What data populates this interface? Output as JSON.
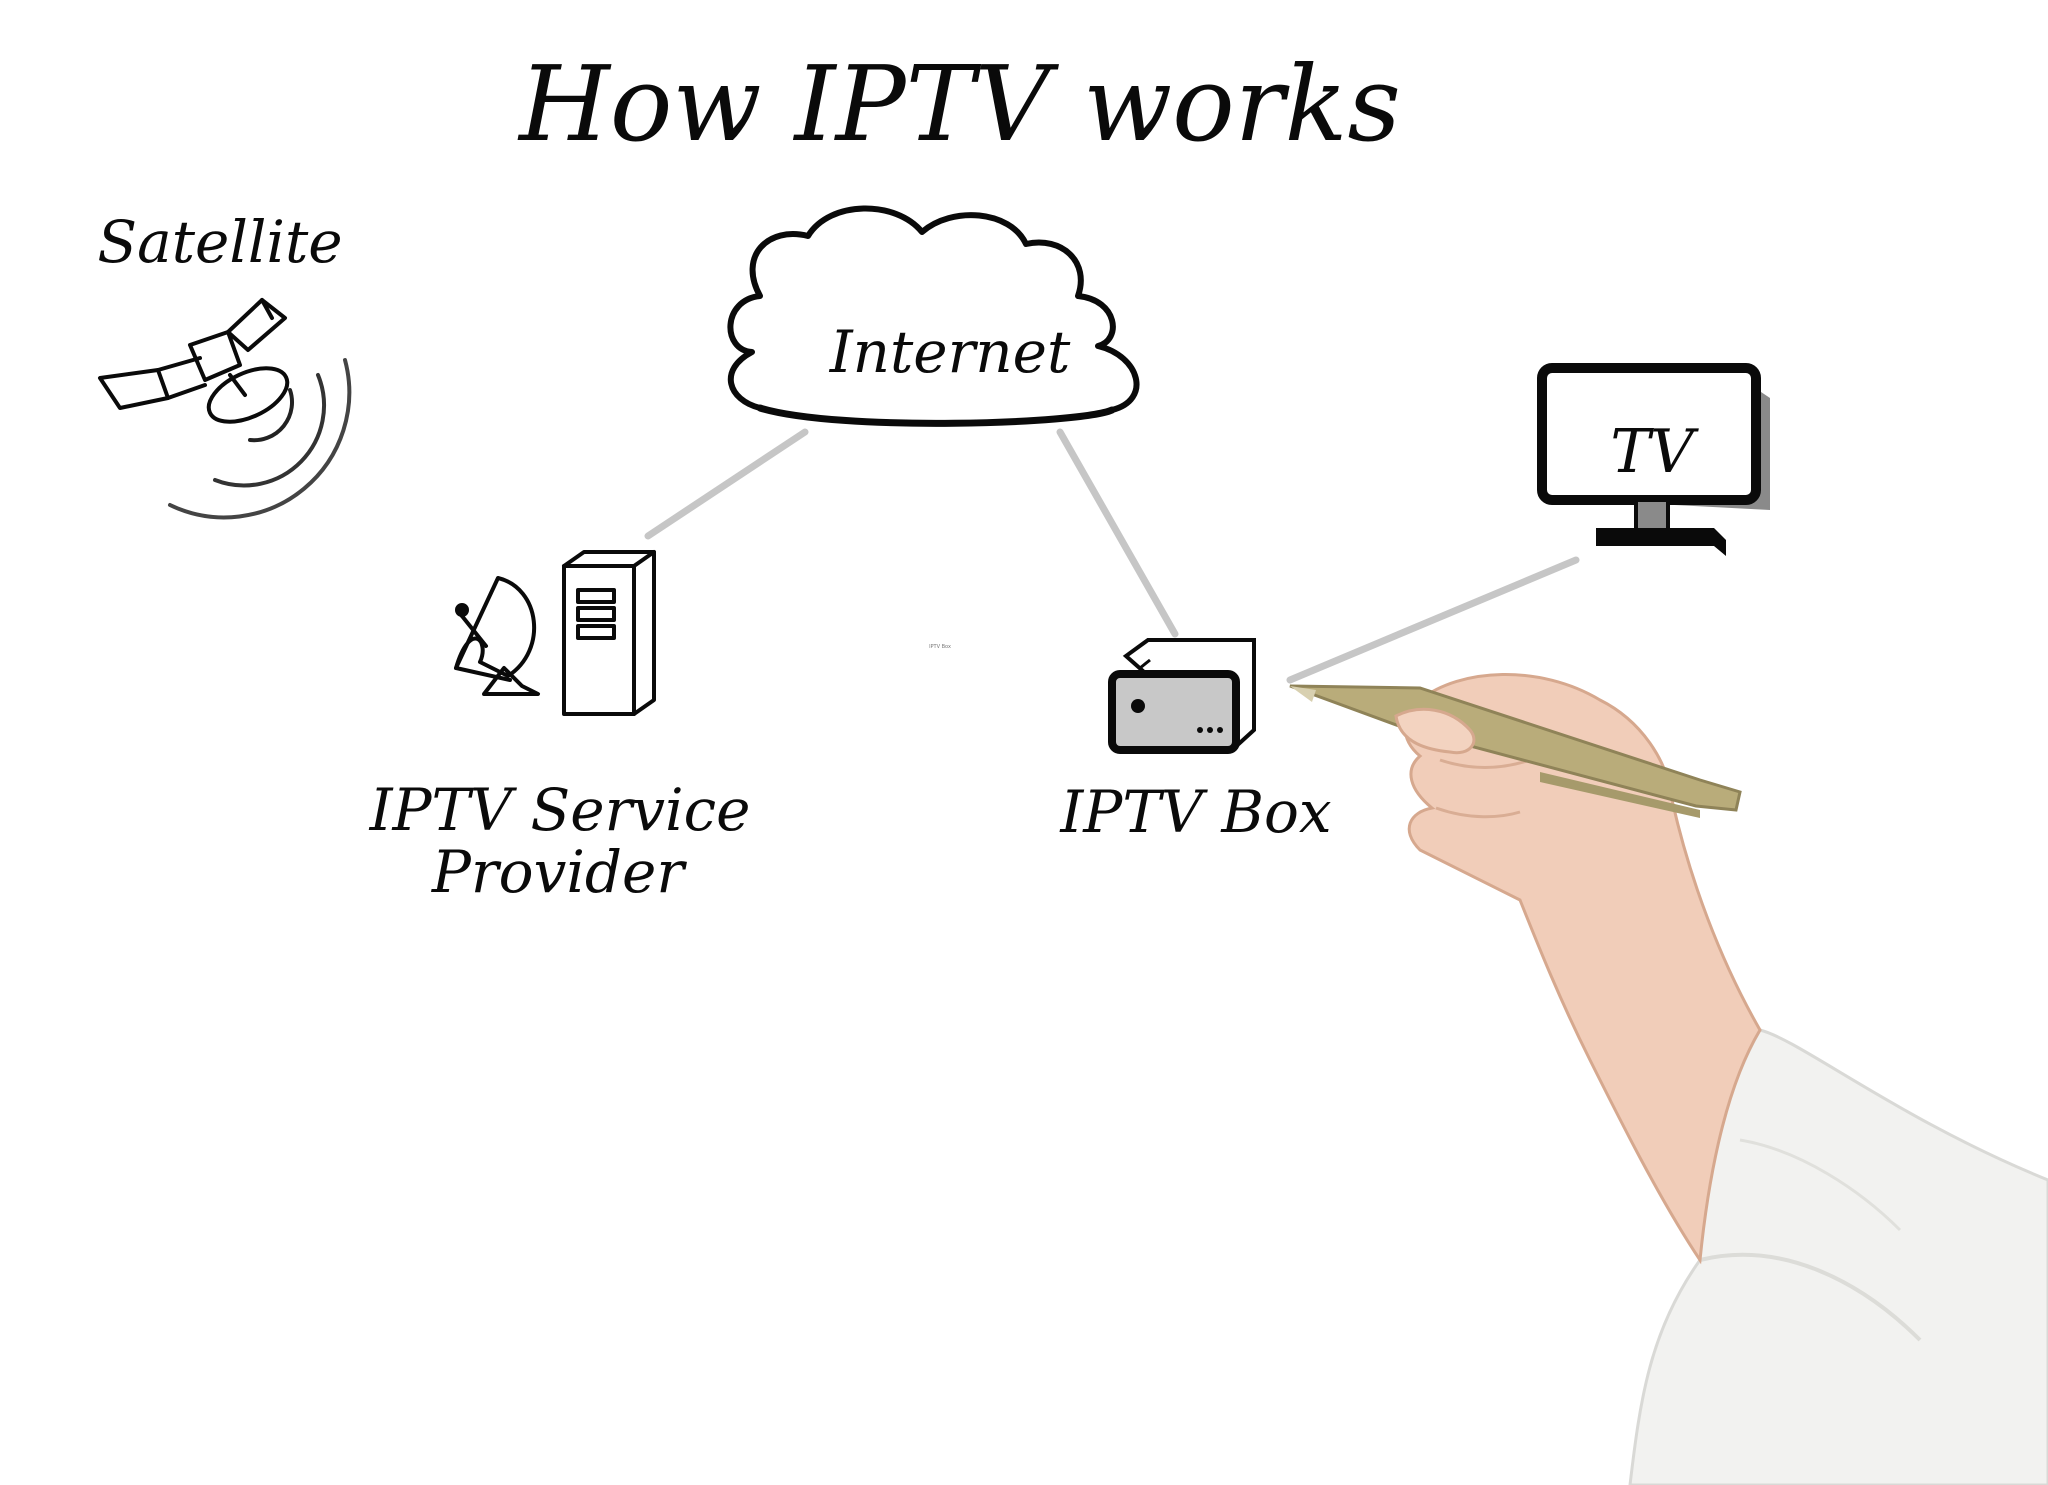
{
  "title": "How IPTV works",
  "nodes": {
    "satellite": {
      "label": "Satellite"
    },
    "internet": {
      "label": "Internet"
    },
    "provider": {
      "label_line1": "IPTV Service",
      "label_line2": "Provider"
    },
    "box": {
      "label": "IPTV Box"
    },
    "tv": {
      "label": "TV"
    }
  },
  "tiny_caption": "IPTV Box",
  "colors": {
    "ink": "#0a0a0a",
    "connector": "#c6c6c6",
    "device_grey": "#c8c8c8",
    "pen_gold": "#b9ac7a",
    "sleeve": "#f2f2f0",
    "skin": "#f1cdb9"
  }
}
